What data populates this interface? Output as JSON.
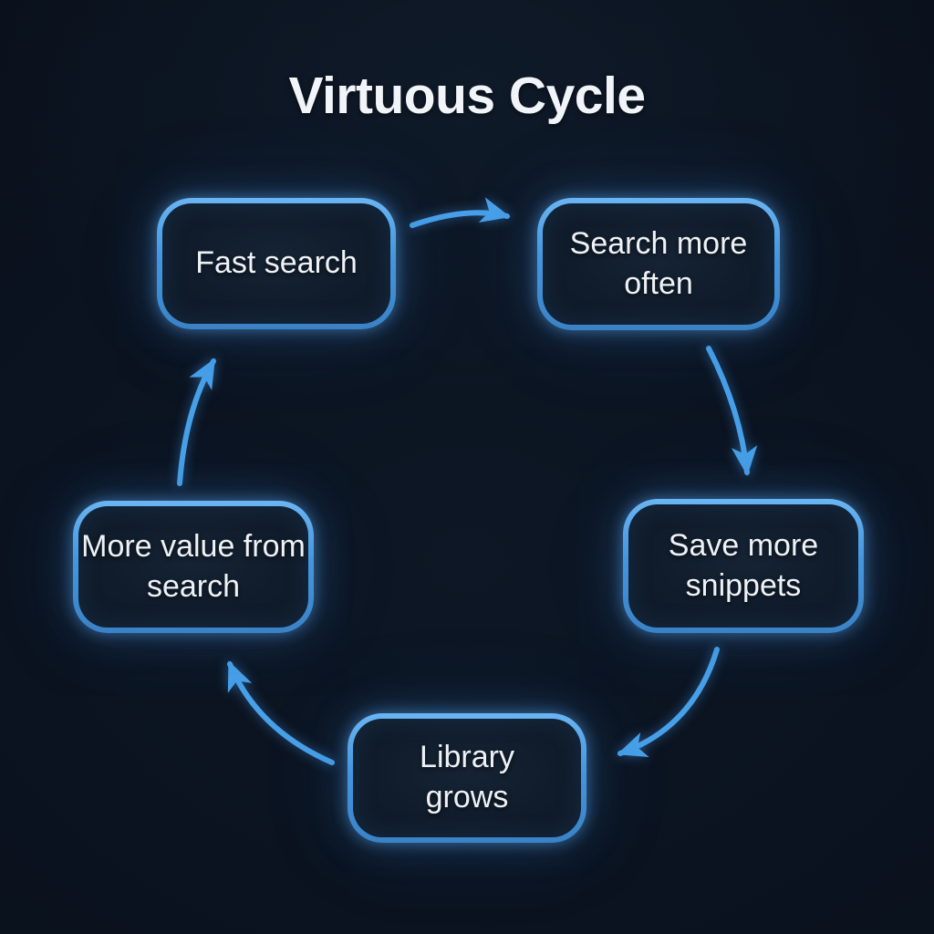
{
  "title": "Virtuous Cycle",
  "diagram": {
    "type": "cycle",
    "direction": "clockwise",
    "nodes": [
      {
        "id": "fast-search",
        "label": "Fast search"
      },
      {
        "id": "search-more-often",
        "label": "Search more often"
      },
      {
        "id": "save-more-snippets",
        "label": "Save more snippets"
      },
      {
        "id": "library-grows",
        "label": "Library grows"
      },
      {
        "id": "more-value-from-search",
        "label": "More value from search"
      }
    ],
    "edges": [
      {
        "from": "fast-search",
        "to": "search-more-often"
      },
      {
        "from": "search-more-often",
        "to": "save-more-snippets"
      },
      {
        "from": "save-more-snippets",
        "to": "library-grows"
      },
      {
        "from": "library-grows",
        "to": "more-value-from-search"
      },
      {
        "from": "more-value-from-search",
        "to": "fast-search"
      }
    ]
  },
  "colors": {
    "background": "#0b1320",
    "node_border": "#4f9fe6",
    "node_fill": "#101c2b",
    "arrow": "#47a0e8",
    "text": "#eef2f7",
    "glow": "#4a9ae0"
  }
}
